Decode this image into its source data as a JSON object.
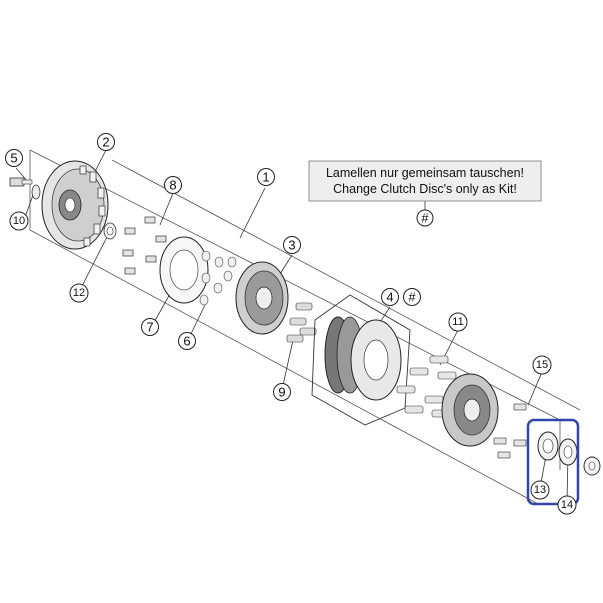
{
  "notice": {
    "line_de": "Lamellen nur gemeinsam tauschen!",
    "line_en": "Change Clutch Disc's only as Kit!",
    "marker": "#"
  },
  "callouts": {
    "c1": "1",
    "c2": "2",
    "c3": "3",
    "c4": "4",
    "c4_marker": "#",
    "c5": "5",
    "c6": "6",
    "c7": "7",
    "c8": "8",
    "c9": "9",
    "c10": "10",
    "c11": "11",
    "c12": "12",
    "c13": "13",
    "c14": "14",
    "c15": "15"
  },
  "highlight": {
    "color": "#3344aa",
    "encloses": [
      "13",
      "14"
    ]
  },
  "colors": {
    "line": "#222222",
    "part_fill": "#d9d9d9",
    "part_dark": "#555555",
    "notice_bg": "#eeeeee"
  }
}
